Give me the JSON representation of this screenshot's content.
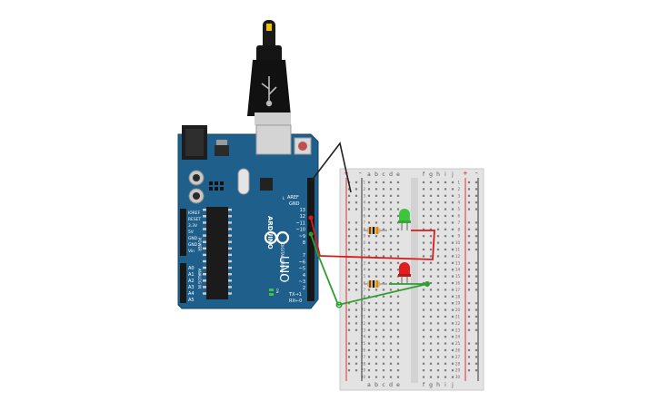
{
  "board": {
    "brand": "ARDUINO",
    "model": "UNO",
    "aref": "AREF",
    "gnd": "GND",
    "digital_label": "DIGITAL (PWM~)",
    "tx": "TX→1",
    "rx": "RX←0",
    "on_label": "ON",
    "l_label": "L",
    "power_label": "POWER",
    "analog_label": "ANALOG IN",
    "power_pins": [
      "IOREF",
      "RESET",
      "3.3V",
      "5V",
      "GND",
      "GND",
      "Vin"
    ],
    "analog_pins": [
      "A0",
      "A1",
      "A2",
      "A3",
      "A4",
      "A5"
    ],
    "digital_pins": [
      "13",
      "12",
      "~11",
      "~10",
      "~9",
      "8",
      "7",
      "~6",
      "~5",
      "4",
      "~3",
      "2"
    ],
    "color": "#1f5f8b"
  },
  "breadboard": {
    "left_cols": [
      "a",
      "b",
      "c",
      "d",
      "e"
    ],
    "right_cols": [
      "f",
      "g",
      "h",
      "i",
      "j"
    ],
    "rail_plus": "+",
    "rail_minus": "-",
    "row_count": 30
  },
  "components": {
    "led_green_color": "#3ec43e",
    "led_red_color": "#e02020",
    "wire_red": "#d81c1c",
    "wire_green": "#2e9e2e",
    "wire_black": "#222222"
  }
}
